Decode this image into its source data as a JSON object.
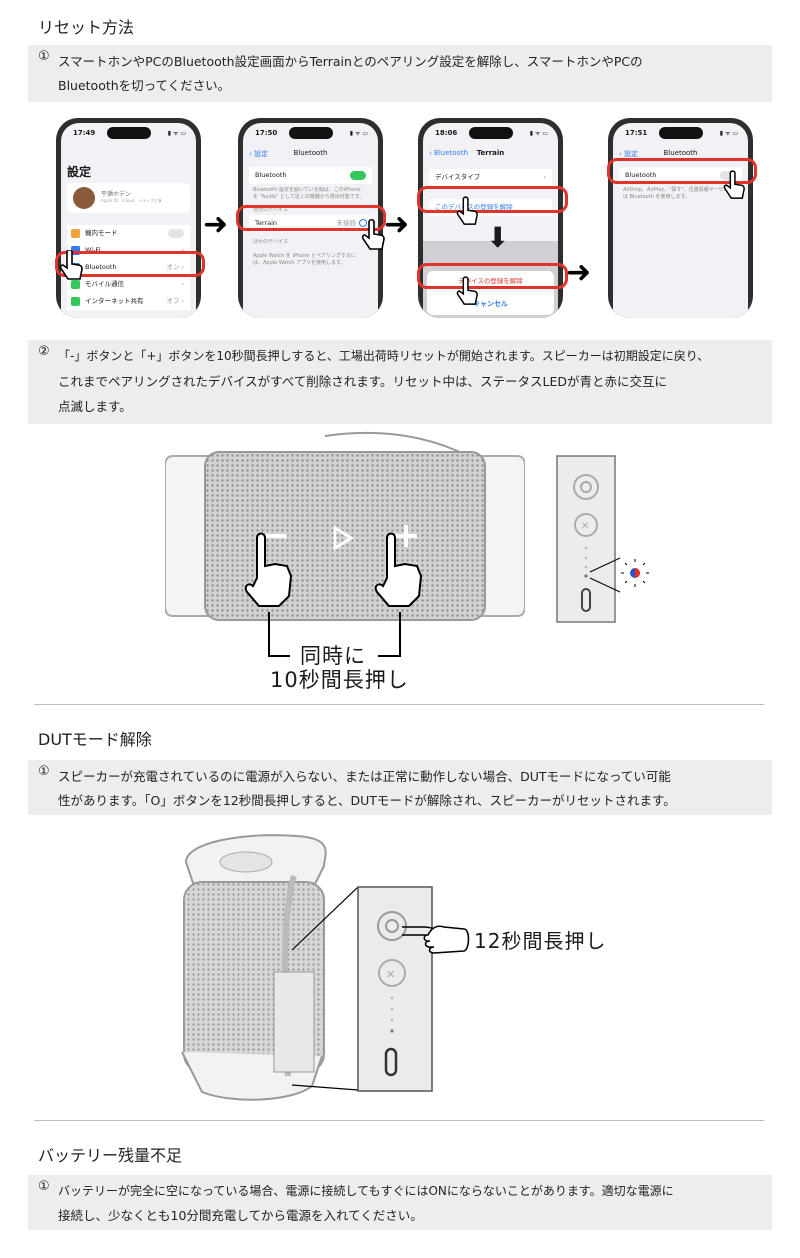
{
  "sections": {
    "reset": {
      "title": "リセット方法",
      "step1_num": "①",
      "step1_line1": "スマートホンやPCのBluetooth設定画面からTerrainとのペアリング設定を解除し、スマートホンやPCの",
      "step1_line2": "Bluetoothを切ってください。",
      "step2_num": "②",
      "step2_line1": "「-」ボタンと「+」ボタンを10秒間長押しすると、工場出荷時リセットが開始されます。スピーカーは初期設定に戻り、",
      "step2_line2": "これまでペアリングされたデバイスがすべて削除されます。リセット中は、ステータスLEDが青と赤に交互に",
      "step2_line3": "点滅します。",
      "caption_line1": "同時に",
      "caption_line2": "10秒間長押し"
    },
    "dut": {
      "title": "DUTモード解除",
      "step1_num": "①",
      "step1_line1": "スピーカーが充電されているのに電源が入らない、または正常に動作しない場合、DUTモードになってい可能",
      "step1_line2": "性があります。「O」ボタンを12秒間長押しすると、DUTモードが解除され、スピーカーがリセットされます。",
      "caption": "12秒間長押し"
    },
    "battery": {
      "title": "バッテリー残量不足",
      "step1_num": "①",
      "step1_line1": "バッテリーが完全に空になっている場合、電源に接続してもすぐにはONにならないことがあります。適切な電源に",
      "step1_line2": "接続し、少なくとも10分間充電してから電源を入れてください。"
    }
  },
  "phones": [
    {
      "time": "17:49",
      "heading": "設定",
      "profile_name": "平瀬ホデン",
      "profile_sub": "Apple ID、iCloud、メディアと購入",
      "rows": [
        {
          "label": "機内モード",
          "right": ""
        },
        {
          "label": "Wi-Fi",
          "right": "›"
        },
        {
          "label": "Bluetooth",
          "right": "オン ›"
        },
        {
          "label": "モバイル通信",
          "right": "›"
        },
        {
          "label": "インターネット共有",
          "right": "オフ ›"
        }
      ]
    },
    {
      "time": "17:50",
      "back": "‹ 設定",
      "title": "Bluetooth",
      "row_bt": "Bluetooth",
      "desc": "Bluetooth 設定を開いている間は、このiPhone を \"Audio\" として近くの機器から検出可能です。",
      "my_devices": "自分のデバイス",
      "device": "Terrain",
      "device_state": "未接続",
      "other_devices": "ほかのデバイス",
      "watch_note": "Apple Watch を iPhone とペアリングするには、Apple Watch アプリを使用します。"
    },
    {
      "time": "18:06",
      "back": "‹ Bluetooth",
      "title": "Terrain",
      "row_type": "デバイスタイプ",
      "row_forget": "このデバイスの登録を解除",
      "confirm": "デバイスの登録を解除",
      "cancel": "キャンセル"
    },
    {
      "time": "17:51",
      "back": "‹ 設定",
      "title": "Bluetooth",
      "row_bt": "Bluetooth",
      "desc": "AirDrop、AirPlay、\"探す\"、位置情報サービスでは Bluetooth を使用します。"
    }
  ],
  "colors": {
    "highlight": "#e0342b",
    "ios_blue": "#2f7cf6",
    "ios_green": "#34c759",
    "box_bg": "#ededed",
    "led_blue": "#2a55c8",
    "led_red": "#e0342b"
  }
}
